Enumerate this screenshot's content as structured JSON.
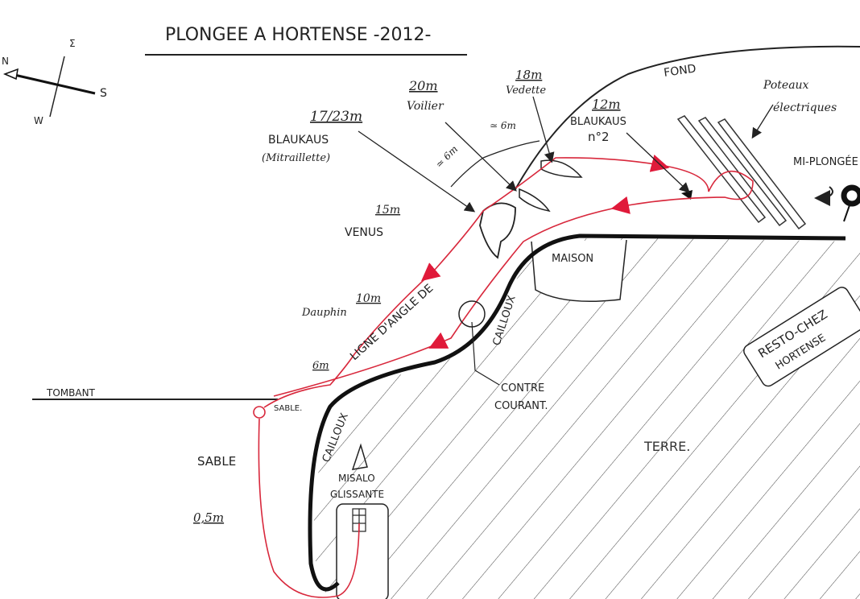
{
  "title": "PLONGEE A HORTENSE -2012-",
  "compass": {
    "n": "N",
    "e": "Σ",
    "s": "S",
    "w": "W"
  },
  "points": {
    "blaukaus1_depth": "17/23m",
    "blaukaus1_name": "BLAUKAUS",
    "blaukaus1_sub": "(Mitraillette)",
    "voilier_depth": "20m",
    "voilier_name": "Voilier",
    "vedette_depth": "18m",
    "vedette_name": "Vedette",
    "dist1": "≃ 6m",
    "dist2": "≃ 6m",
    "blaukaus2_depth": "12m",
    "blaukaus2_name": "BLAUKAUS",
    "blaukaus2_sub": "n°2",
    "venus_depth": "15m",
    "venus_name": "VENUS",
    "dauphin_depth": "10m",
    "dauphin_name": "Dauphin",
    "depth_6m": "6m",
    "depth_05m": "0,5m"
  },
  "labels": {
    "fond": "FOND",
    "poteaux1": "Poteaux",
    "poteaux2": "électriques",
    "mi_plongee": "MI-PLONGÉE",
    "maison": "MAISON",
    "ligne": "LIGNE D'ANGLE DE",
    "cailloux1": "CAILLOUX",
    "cailloux2": "CAILLOUX",
    "tombant": "TOMBANT",
    "sable_small": "SABLE.",
    "sable": "SABLE",
    "contre1": "CONTRE",
    "contre2": "COURANT.",
    "terre": "TERRE.",
    "resto1": "RESTO-CHEZ",
    "resto2": "HORTENSE",
    "misalo1": "MISALO",
    "misalo2": "GLISSANTE"
  },
  "colors": {
    "ink": "#222222",
    "route": "#d8283c"
  }
}
